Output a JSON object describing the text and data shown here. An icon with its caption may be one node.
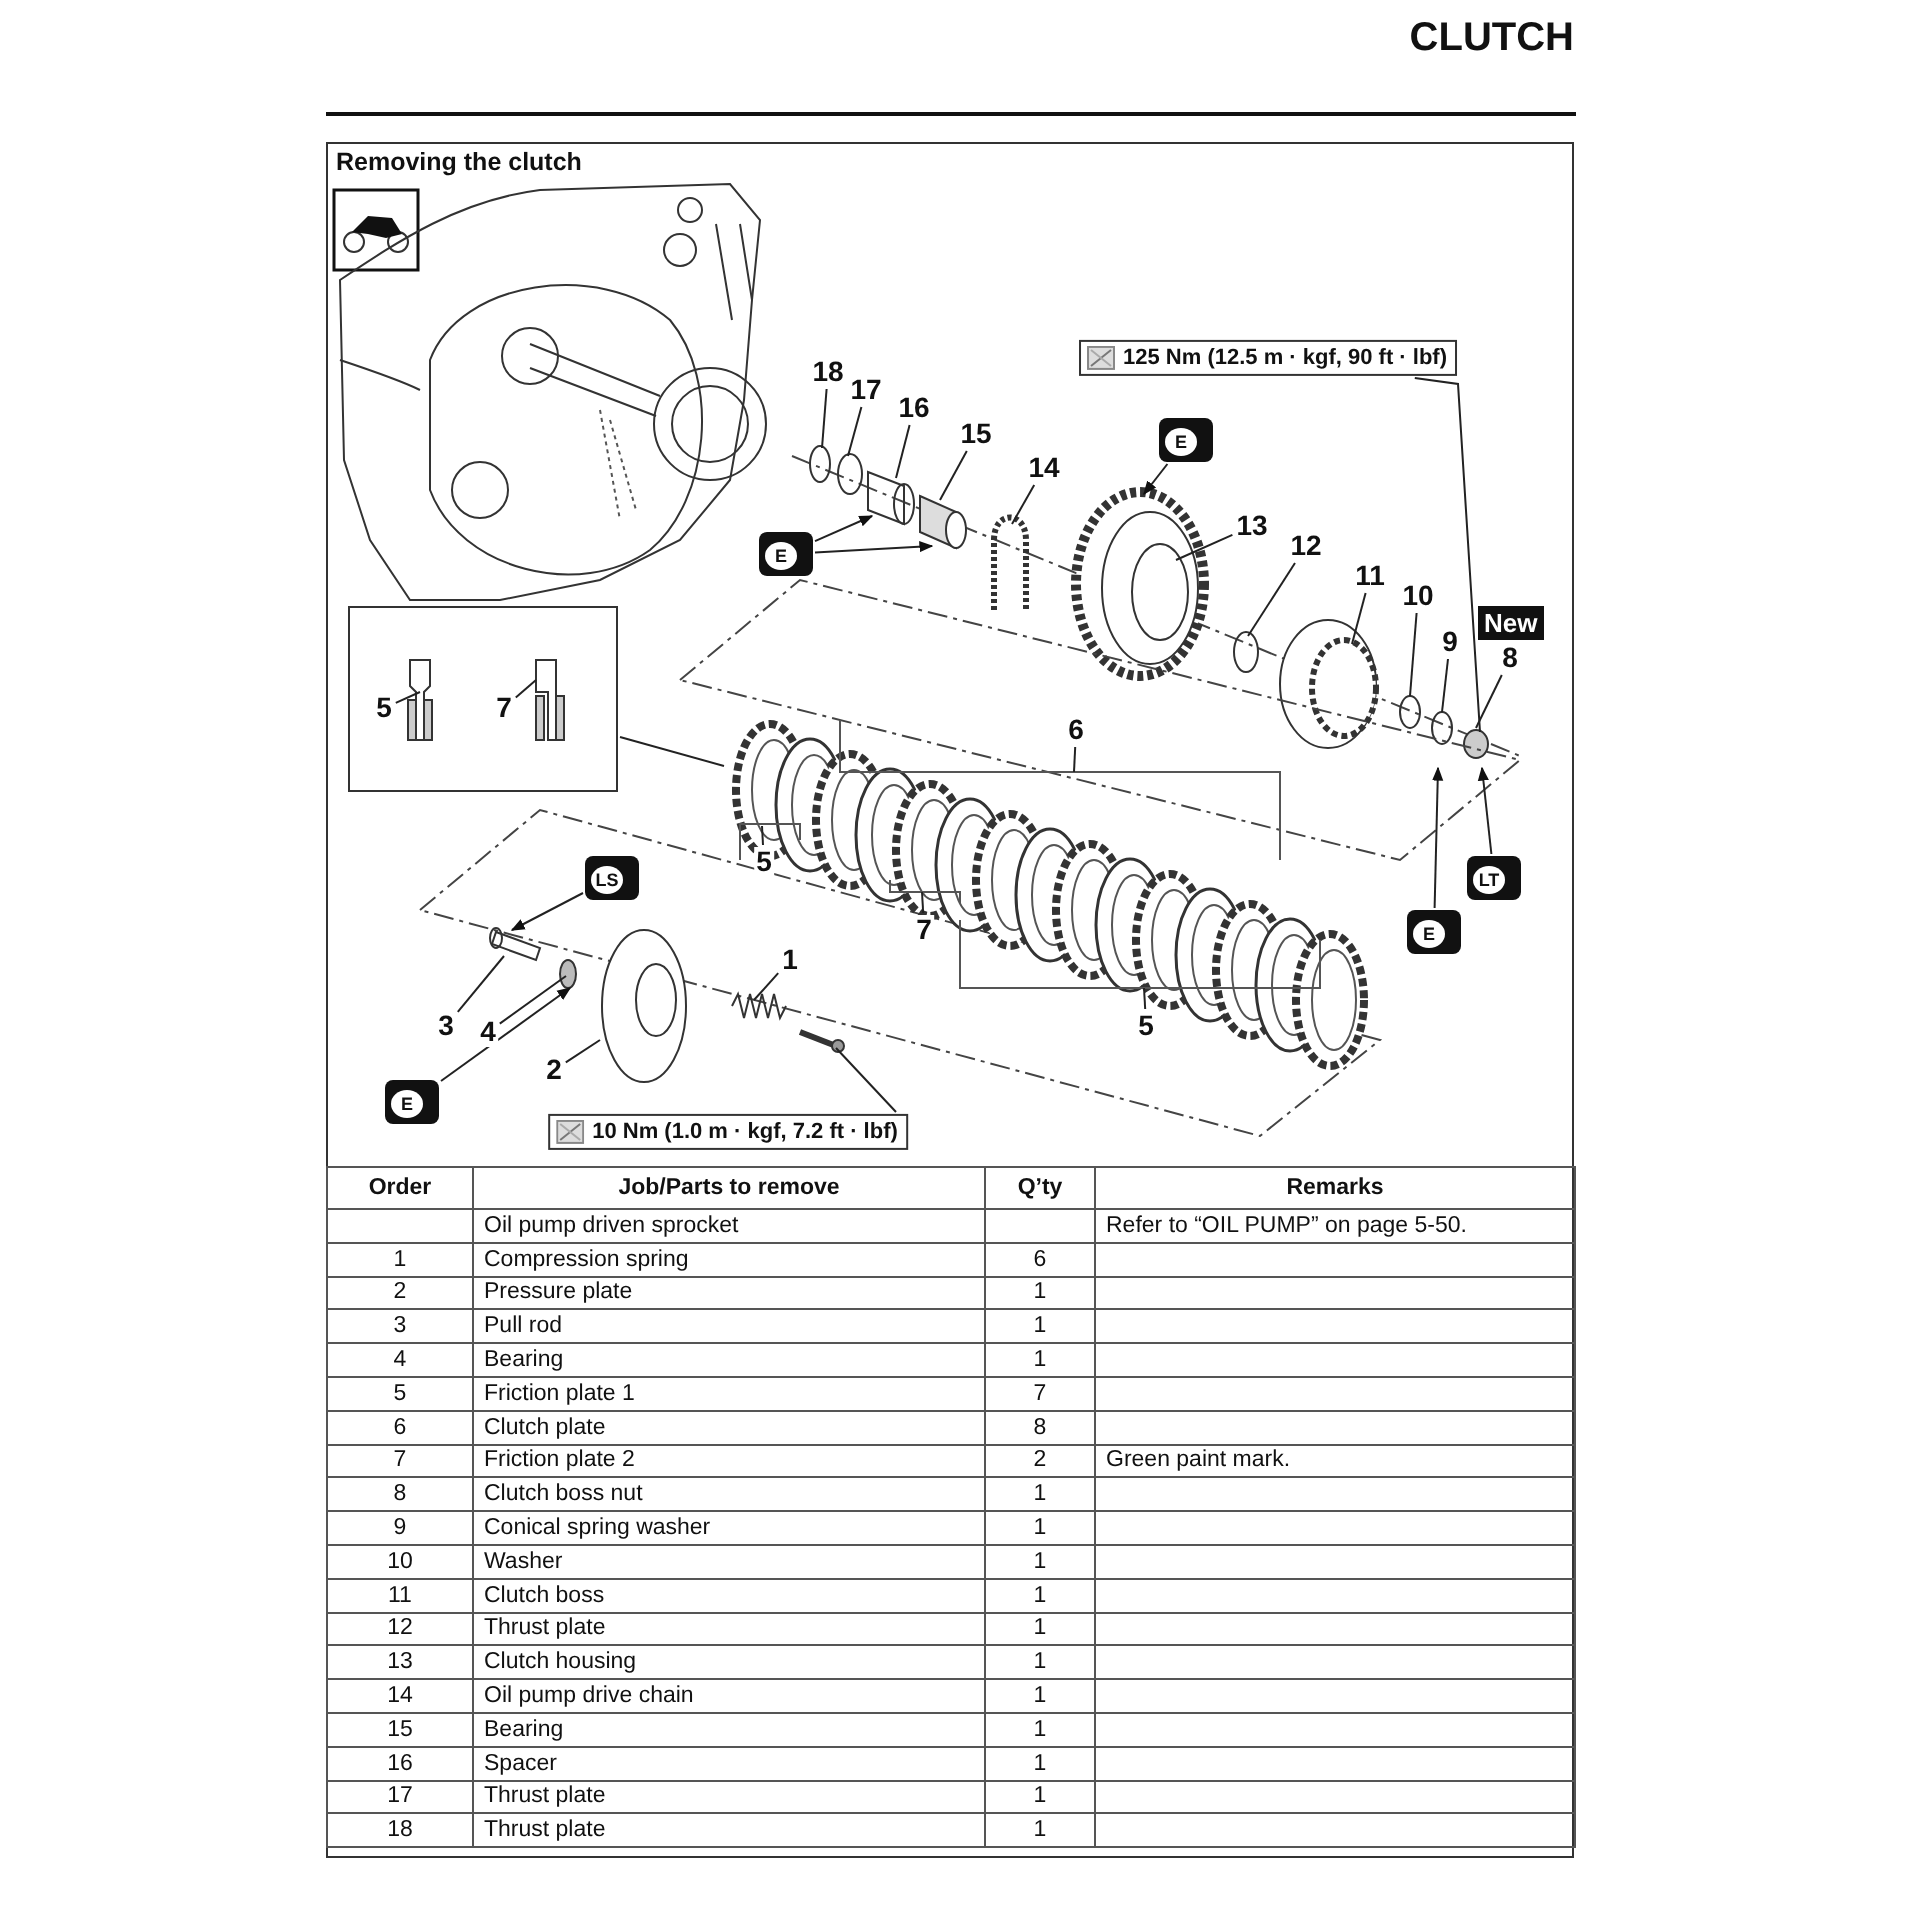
{
  "diagram": {
    "title": "CLUTCH",
    "nodes": [
      {
        "text": [
          "Removing the clutch"
        ]
      },
      {
        "text": [
          "125 Nm (12.5 m · kgf, 90 ft · lbf)"
        ],
        "in": 0
      },
      {
        "text": [
          "18"
        ],
        "in": 0
      },
      {
        "text": [
          "17"
        ],
        "in": 0
      },
      {
        "text": [
          "16"
        ],
        "in": 0
      },
      {
        "text": [
          "15"
        ],
        "in": 0
      },
      {
        "text": [
          "14"
        ],
        "in": 0
      },
      {
        "text": [
          "E"
        ],
        "in": 0
      },
      {
        "text": [
          "E"
        ],
        "in": 0
      },
      {
        "text": [
          "13"
        ],
        "in": 0
      },
      {
        "text": [
          "12"
        ],
        "in": 0
      },
      {
        "text": [
          "11"
        ],
        "in": 0
      },
      {
        "text": [
          "10"
        ],
        "in": 0
      },
      {
        "text": [
          "9"
        ],
        "in": 0
      },
      {
        "text": [
          "8"
        ],
        "in": 0
      },
      {
        "text": [],
        "shape": "box",
        "in": 0
      },
      {
        "text": [
          "5"
        ],
        "in": 15
      },
      {
        "text": [
          "7"
        ],
        "in": 15
      },
      {
        "text": [
          "6"
        ],
        "in": 0
      },
      {
        "text": [
          "5"
        ],
        "in": 0
      },
      {
        "text": [
          "LS"
        ],
        "in": 0
      },
      {
        "text": [
          "7"
        ],
        "in": 0
      },
      {
        "text": [
          "E"
        ],
        "in": 0
      },
      {
        "text": [
          "LT"
        ],
        "in": 0
      },
      {
        "text": [
          "1"
        ],
        "in": 0
      },
      {
        "text": [
          "3"
        ],
        "in": 0
      },
      {
        "text": [
          "4"
        ],
        "in": 0
      },
      {
        "text": [
          "5"
        ],
        "in": 0
      },
      {
        "text": [
          "2"
        ],
        "in": 0
      },
      {
        "text": [
          "E"
        ],
        "in": 0
      },
      {
        "text": [
          "10 Nm (1.0 m · kgf, 7.2 ft · lbf)"
        ],
        "in": 0
      }
    ],
    "edges": [
      {
        "from": 1,
        "to": null,
        "arrow": "none"
      },
      {
        "from": 2,
        "to": null,
        "arrow": "none"
      },
      {
        "from": 3,
        "to": null,
        "arrow": "none"
      },
      {
        "from": 4,
        "to": null,
        "arrow": "none"
      },
      {
        "from": 5,
        "to": null,
        "arrow": "none"
      },
      {
        "from": 6,
        "to": null,
        "arrow": "none"
      },
      {
        "from": 7,
        "to": null,
        "arrow": "to"
      },
      {
        "from": 8,
        "to": null,
        "arrow": "to"
      },
      {
        "from": 8,
        "to": null,
        "arrow": "to"
      },
      {
        "from": 9,
        "to": null,
        "arrow": "none"
      },
      {
        "from": 10,
        "to": null,
        "arrow": "none"
      },
      {
        "from": 11,
        "to": null,
        "arrow": "none"
      },
      {
        "from": 12,
        "to": null,
        "arrow": "none"
      },
      {
        "from": 13,
        "to": null,
        "arrow": "none"
      },
      {
        "from": 14,
        "to": null,
        "arrow": "none"
      },
      {
        "from": 15,
        "to": null,
        "arrow": "none"
      },
      {
        "from": 16,
        "to": null,
        "arrow": "none"
      },
      {
        "from": 17,
        "to": null,
        "arrow": "none"
      },
      {
        "from": 18,
        "to": null,
        "arrow": "none"
      },
      {
        "from": 19,
        "to": null,
        "arrow": "none"
      },
      {
        "from": 20,
        "to": null,
        "arrow": "to"
      },
      {
        "from": 21,
        "to": null,
        "arrow": "none"
      },
      {
        "from": 22,
        "to": null,
        "arrow": "to"
      },
      {
        "from": 23,
        "to": null,
        "arrow": "to"
      },
      {
        "from": 24,
        "to": null,
        "arrow": "none"
      },
      {
        "from": 25,
        "to": null,
        "arrow": "none"
      },
      {
        "from": 26,
        "to": null,
        "arrow": "none"
      },
      {
        "from": 27,
        "to": null,
        "arrow": "none"
      },
      {
        "from": 28,
        "to": null,
        "arrow": "none"
      },
      {
        "from": 29,
        "to": null,
        "arrow": "to"
      },
      {
        "from": 30,
        "to": null,
        "arrow": "none"
      }
    ],
    "labels": [
      "New",
      "Order",
      "Job/Parts to remove",
      "Q’ty",
      "Remarks",
      "Oil pump driven sprocket",
      "Refer to “OIL PUMP” on page 5-50.",
      "1",
      "Compression spring",
      "6",
      "2",
      "Pressure plate",
      "1",
      "3",
      "Pull rod",
      "1",
      "4",
      "Bearing",
      "1",
      "5",
      "Friction plate 1",
      "7",
      "6",
      "Clutch plate",
      "8",
      "7",
      "Friction plate 2",
      "2",
      "Green paint mark.",
      "8",
      "Clutch boss nut",
      "1",
      "9",
      "Conical spring washer",
      "1",
      "10",
      "Washer",
      "1",
      "11",
      "Clutch boss",
      "1",
      "12",
      "Thrust plate",
      "1",
      "13",
      "Clutch housing",
      "1",
      "14",
      "Oil pump drive chain",
      "1",
      "15",
      "Bearing",
      "1",
      "16",
      "Spacer",
      "1",
      "17",
      "Thrust plate",
      "1",
      "18",
      "Thrust plate",
      "1"
    ]
  }
}
